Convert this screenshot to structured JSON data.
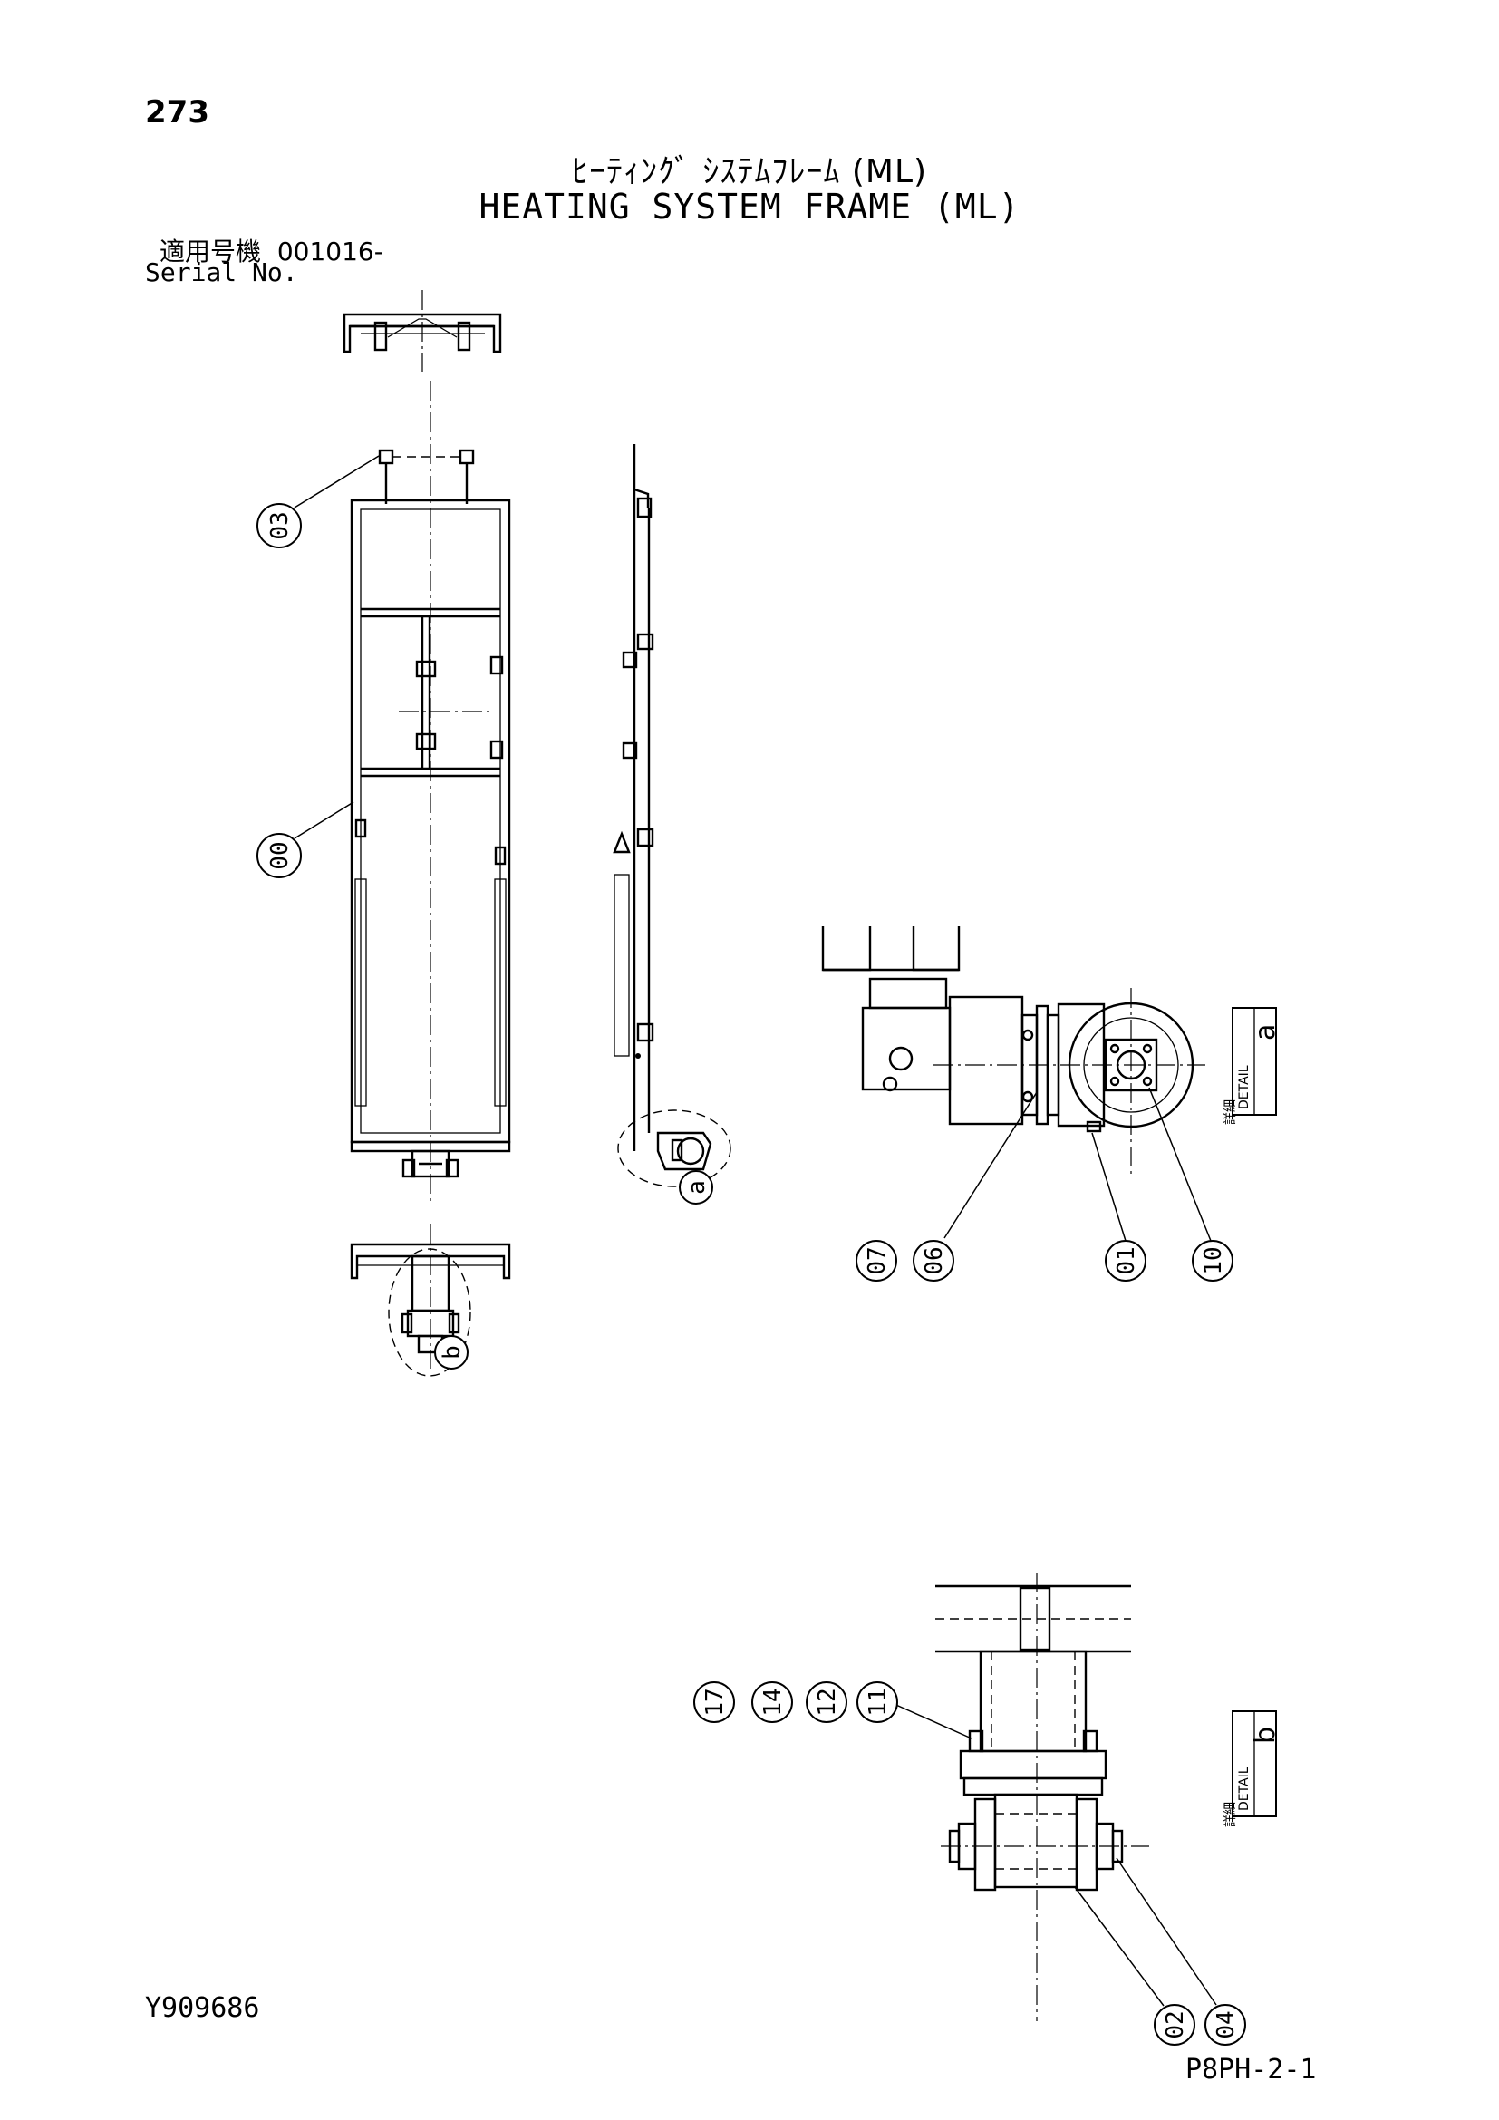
{
  "header": {
    "page_number": "273",
    "title_jp": "ﾋｰﾃｨﾝｸﾞ ｼｽﾃﾑﾌﾚｰﾑ (ML)",
    "title_en": "HEATING SYSTEM FRAME (ML)",
    "serial_label_jp": "適用号機",
    "serial_value": "001016-",
    "serial_label_en": "Serial No."
  },
  "footer": {
    "doc_id": "Y909686",
    "page_code": "P8PH-2-1"
  },
  "callouts": {
    "main_view": [
      "03",
      "00"
    ],
    "side_view": [
      "a"
    ],
    "bottom_view": [
      "b"
    ],
    "detail_a": [
      "07",
      "06",
      "01",
      "10"
    ],
    "detail_b": [
      "17",
      "14",
      "12",
      "11",
      "02",
      "04"
    ]
  },
  "detail_labels": {
    "a": {
      "jp": "詳細",
      "en": "DETAIL",
      "letter": "a"
    },
    "b": {
      "jp": "詳細",
      "en": "DETAIL",
      "letter": "b"
    }
  }
}
